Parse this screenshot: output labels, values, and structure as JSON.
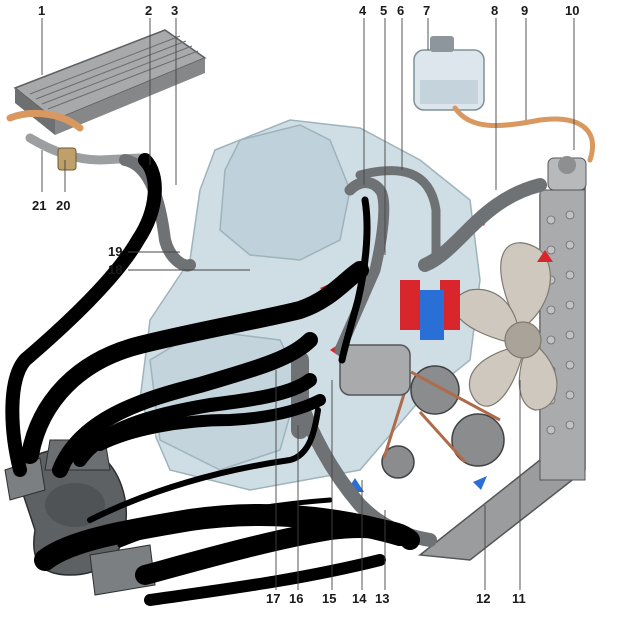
{
  "labels": {
    "l1": "1",
    "l2": "2",
    "l3": "3",
    "l4": "4",
    "l5": "5",
    "l6": "6",
    "l7": "7",
    "l8": "8",
    "l9": "9",
    "l10": "10",
    "l11": "11",
    "l12": "12",
    "l13": "13",
    "l14": "14",
    "l15": "15",
    "l16": "16",
    "l17": "17",
    "l18": "18",
    "l19": "19",
    "l20": "20",
    "l21": "21"
  },
  "colors": {
    "engine": "#c9d8e0",
    "hose": "#7a7d80",
    "heater": "#9a9c9e",
    "copper": "#d9985f",
    "radiator": "#8a8c8e",
    "hot_arrow": "#d8262c",
    "cold_arrow": "#2a6fd6",
    "marker": "#000000"
  }
}
